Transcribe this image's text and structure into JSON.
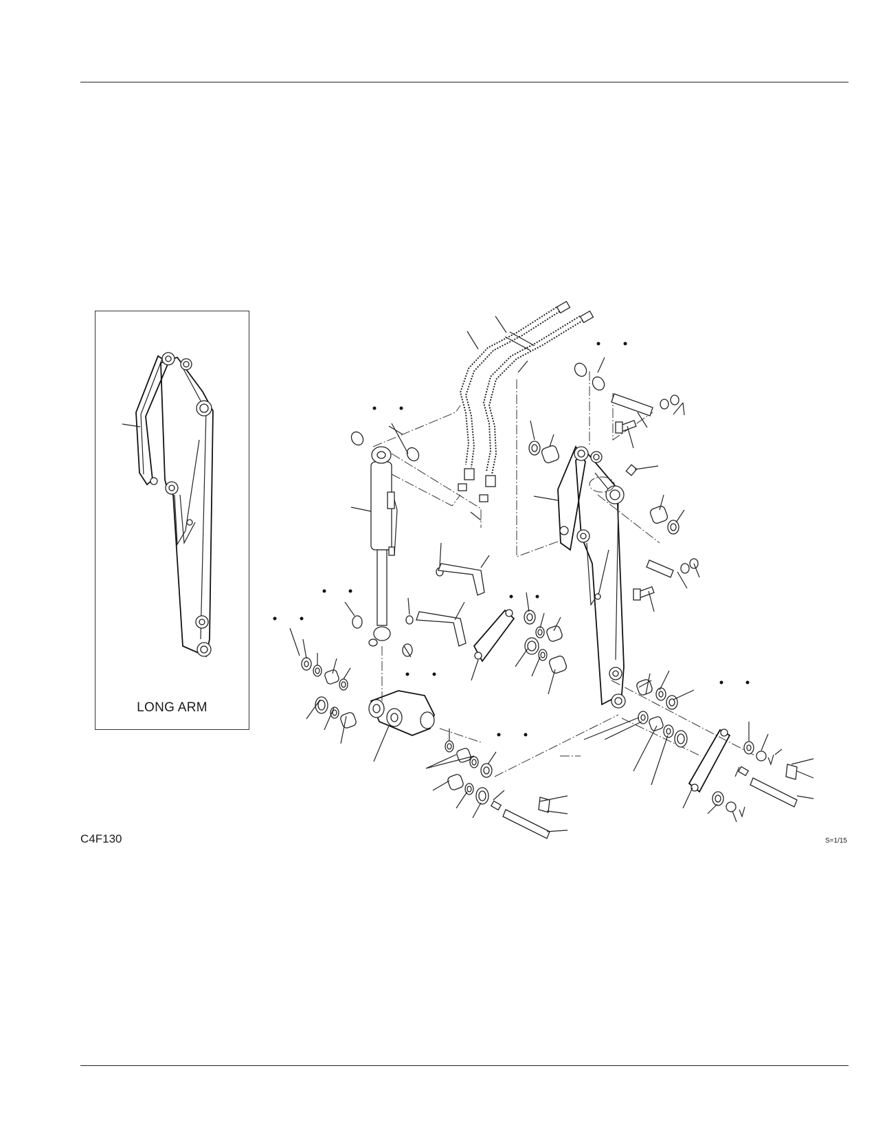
{
  "inset": {
    "caption": "LONG ARM"
  },
  "figure": {
    "code": "C4F130",
    "scale": "S=1/15"
  },
  "colors": {
    "line": "#222222",
    "background": "#ffffff"
  }
}
